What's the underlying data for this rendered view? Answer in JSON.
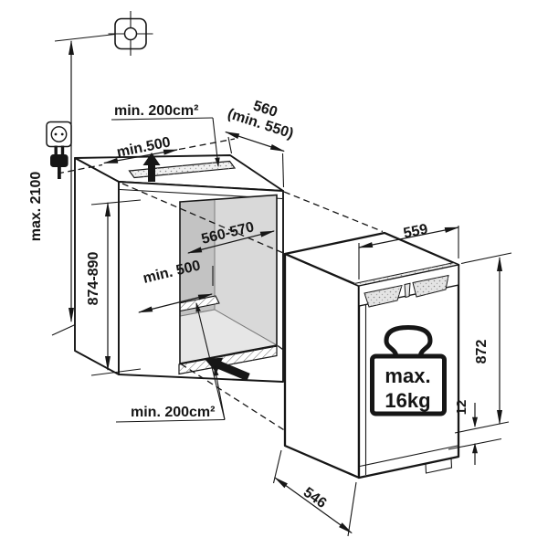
{
  "diagram": {
    "type": "built-in appliance niche installation drawing",
    "units": "mm",
    "colors": {
      "line": "#161616",
      "interior_back_wall": "#c3c3c3",
      "interior_side_wall": "#d9d9d9",
      "interior_ceiling": "#cdcdcd",
      "interior_floor": "#e6e6e6",
      "vent_fill": "#ededed"
    },
    "icons": [
      "ceiling-fixing-marker",
      "power-socket-icon",
      "power-plug-icon",
      "weight-icon",
      "airflow-arrow-top",
      "airflow-arrow-bottom"
    ],
    "dimensions": {
      "max_socket_height": "max. 2100",
      "top_vent_area": "min. 200cm²",
      "top_clearance": "min.500",
      "niche_depth_value": "560",
      "niche_depth_min": "(min. 550)",
      "niche_width": "560-570",
      "niche_height": "874-890",
      "interior_clearance": "min. 500",
      "bottom_vent_area": "min. 200cm²",
      "appliance_width": "559",
      "appliance_height": "872",
      "base_gap": "12",
      "appliance_depth": "546",
      "door_load_line1": "max.",
      "door_load_line2": "16kg"
    }
  }
}
